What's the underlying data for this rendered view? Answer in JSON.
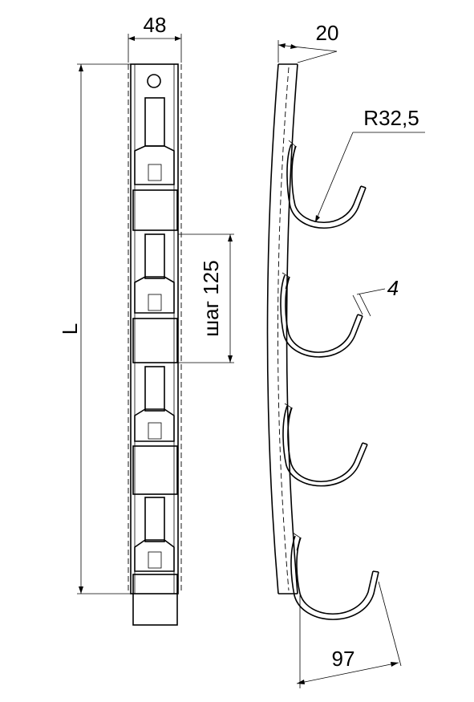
{
  "drawing": {
    "dim_width": "48",
    "dim_length": "L",
    "dim_pitch": "шаг 125",
    "dim_thickness_side": "20",
    "dim_radius": "R32,5",
    "dim_wire": "4",
    "dim_depth": "97"
  }
}
